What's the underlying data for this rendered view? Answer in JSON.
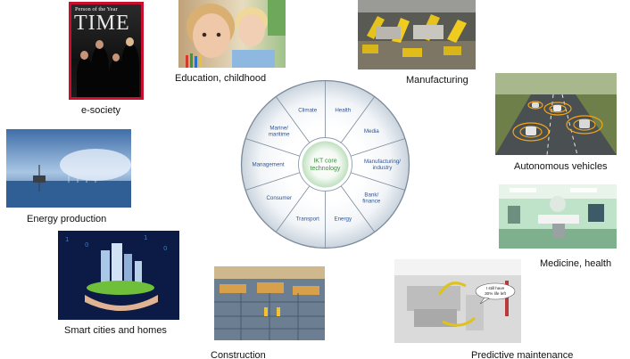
{
  "diagram": {
    "core_line1": "IKT core",
    "core_line2": "technology",
    "segments": [
      {
        "lines": [
          "Health"
        ]
      },
      {
        "lines": [
          "Media"
        ]
      },
      {
        "lines": [
          "Manufacturing/",
          "industry"
        ]
      },
      {
        "lines": [
          "Bank/",
          "finance"
        ]
      },
      {
        "lines": [
          "Energy"
        ]
      },
      {
        "lines": [
          "Transport"
        ]
      },
      {
        "lines": [
          "Consumer"
        ]
      },
      {
        "lines": [
          "Management"
        ]
      },
      {
        "lines": [
          "Marine/",
          "maritime"
        ]
      },
      {
        "lines": [
          "Climate"
        ]
      }
    ],
    "colors": {
      "ring": "#7b8a9a",
      "ring_dark": "#647384",
      "core": "#e6f1e6",
      "label": "#2f5597",
      "core_label": "#3a8f3a"
    }
  },
  "captions": {
    "esociety": "e-society",
    "education": "Education, childhood",
    "manufacturing": "Manufacturing",
    "autonomous": "Autonomous vehicles",
    "energy": "Energy production",
    "medicine": "Medicine, health",
    "smart": "Smart cities and homes",
    "construction": "Construction",
    "predictive": "Predictive maintenance"
  },
  "time_cover": {
    "top_text": "Person of the Year",
    "logo": "TIME"
  },
  "predictive_bubble": {
    "line1": "I still have",
    "line2": "30% life left"
  }
}
